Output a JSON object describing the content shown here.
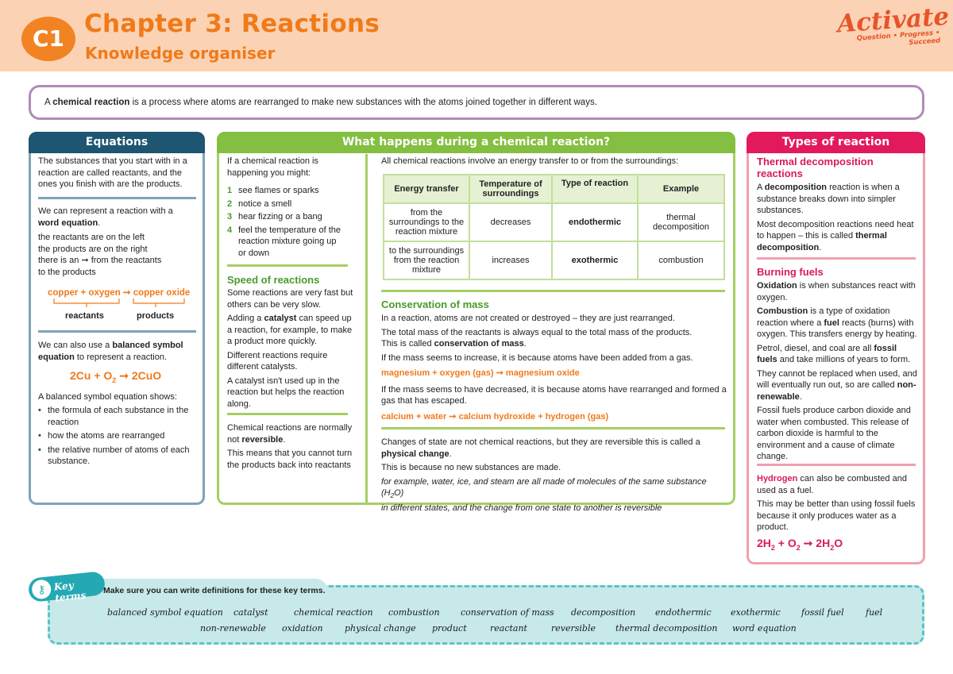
{
  "header": {
    "chip": "C1",
    "title": "Chapter 3: Reactions",
    "subtitle": "Knowledge organiser",
    "brand": "Activate",
    "tagline": "Question • Progress • Succeed"
  },
  "definition": {
    "pre": "A ",
    "term": "chemical reaction",
    "post": " is a process where atoms are rearranged to make new substances with the atoms joined together in different ways."
  },
  "equations": {
    "heading": "Equations",
    "intro": "The substances that you start with in a reaction are called reactants, and the ones you finish with are the products.",
    "word_pre": "We can represent a reaction with a",
    "word_term": "word equation",
    "word_post": ".",
    "lines": [
      "the reactants are on the left",
      "the products are on the right",
      "there is an ➞ from the reactants",
      "to the products"
    ],
    "example": "copper + oxygen ➞ copper oxide",
    "reactants_label": "reactants",
    "products_label": "products",
    "balanced_pre": "We can also use a",
    "balanced_term": "balanced symbol equation",
    "balanced_post": "to represent a reaction.",
    "balanced_eq": {
      "a": "2Cu + O",
      "sub": "2",
      "b": " ➞ 2CuO"
    },
    "shows": "A balanced symbol equation shows:",
    "bullets": [
      "the formula of each substance in the reaction",
      "how the atoms are rearranged",
      "the relative number of atoms of each substance."
    ]
  },
  "what": {
    "heading": "What happens during a chemical reaction?",
    "might_intro": "If a chemical reaction is happening you might:",
    "might": [
      "see flames or sparks",
      "notice a smell",
      "hear fizzing or a bang",
      "feel the temperature of the reaction mixture going up or down"
    ],
    "might_nums": [
      "1",
      "2",
      "3",
      "4"
    ],
    "speed_heading": "Speed of reactions",
    "speed_p1": "Some reactions are very fast but others can be very slow.",
    "speed_p2_pre": "Adding a ",
    "speed_p2_term": "catalyst",
    "speed_p2_post": " can speed up a reaction, for example, to make a product more quickly.",
    "speed_p3": "Different reactions require different catalysts.",
    "speed_p4": "A catalyst isn't used up in the reaction but helps the reaction along.",
    "rev_pre": "Chemical reactions are normally not ",
    "rev_term": "reversible",
    "rev_post": ".",
    "rev_p2": "This means that you cannot turn the products back into reactants",
    "energy_intro": "All chemical reactions involve an energy transfer to or from the surroundings:",
    "table": {
      "headers": [
        "Energy transfer",
        "Temperature of surroundings",
        "Type of reaction",
        "Example"
      ],
      "rows": [
        [
          "from the surroundings to the reaction mixture",
          "decreases",
          "endothermic",
          "thermal decomposition"
        ],
        [
          "to the surroundings from the reaction mixture",
          "increases",
          "exothermic",
          "combustion"
        ]
      ]
    },
    "mass_heading": "Conservation of mass",
    "mass_p1": "In a reaction, atoms are not created or destroyed – they are just rearranged.",
    "mass_p2": "The total mass of the reactants is always equal to the total mass of the products.",
    "mass_p3_pre": "This is called ",
    "mass_p3_term": "conservation of mass",
    "mass_p3_post": ".",
    "mass_p4": "If the mass seems to increase, it is because atoms have been added from a gas.",
    "mass_eq1": "magnesium + oxygen (gas) ➞ magnesium oxide",
    "mass_p5": "If the mass seems to have decreased, it is because atoms have rearranged and formed a gas that has escaped.",
    "mass_eq2": "calcium + water ➞ calcium hydroxide + hydrogen (gas)",
    "state_p1": "Changes of state are not chemical reactions, but they are reversible this is called a",
    "state_term": "physical change",
    "state_post": ".",
    "state_p2": "This is because no new substances are made.",
    "state_ex_a": "for example, water, ice, and steam are all made of molecules of the same substance (H",
    "state_ex_sub": "2",
    "state_ex_b": "O)",
    "state_ex_c": "in different states, and the change from one state to another is reversible"
  },
  "types": {
    "heading": "Types of reaction",
    "thermal_heading": "Thermal decomposition reactions",
    "thermal_p1_pre": "A ",
    "thermal_p1_term": "decomposition",
    "thermal_p1_post": " reaction is when a substance breaks down into simpler substances.",
    "thermal_p2_pre": "Most decomposition reactions need heat to happen – this is called ",
    "thermal_p2_term": "thermal decomposition",
    "thermal_p2_post": ".",
    "burning_heading": "Burning fuels",
    "oxidation_term": "Oxidation",
    "oxidation_post": " is when substances react with oxygen.",
    "combustion_term": "Combustion",
    "combustion_mid": " is a type of oxidation reaction where a ",
    "fuel_term": "fuel",
    "combustion_post": " reacts (burns) with oxygen. This transfers energy by heating.",
    "fossil_pre": "Petrol, diesel, and coal are all ",
    "fossil_term": "fossil fuels",
    "fossil_post": " and take millions of years to form.",
    "nonrenew_pre": "They cannot be replaced when used, and will eventually run out, so are called ",
    "nonrenew_term": "non-renewable",
    "nonrenew_post": ".",
    "climate": "Fossil fuels produce carbon dioxide and water when combusted. This release of carbon dioxide is harmful to the environment and a cause of climate change.",
    "hydrogen_term": "Hydrogen",
    "hydrogen_post": " can also be combusted and used as a fuel.",
    "hydrogen_p2": "This may be better than using fossil fuels because it only produces water as a product.",
    "h_eq": {
      "a": "2H",
      "s1": "2",
      "b": " + O",
      "s2": "2",
      "c": " ➞ 2H",
      "s3": "2",
      "d": "O"
    }
  },
  "key_terms": {
    "badge": "Key terms",
    "instruction": "Make sure you can write definitions for these key terms.",
    "row1": [
      "balanced symbol equation",
      "catalyst",
      "chemical reaction",
      "combustion",
      "conservation of mass",
      "decomposition",
      "endothermic",
      "exothermic",
      "fossil fuel",
      "fuel"
    ],
    "row2": [
      "non-renewable",
      "oxidation",
      "physical change",
      "product",
      "reactant",
      "reversible",
      "thermal decomposition",
      "word equation"
    ]
  },
  "colors": {
    "header_bg": "#fbd3b4",
    "orange": "#f07a1a",
    "equations": "#1e5571",
    "what": "#84bf41",
    "types": "#e21a5b",
    "key_terms": "#23a9b4"
  }
}
